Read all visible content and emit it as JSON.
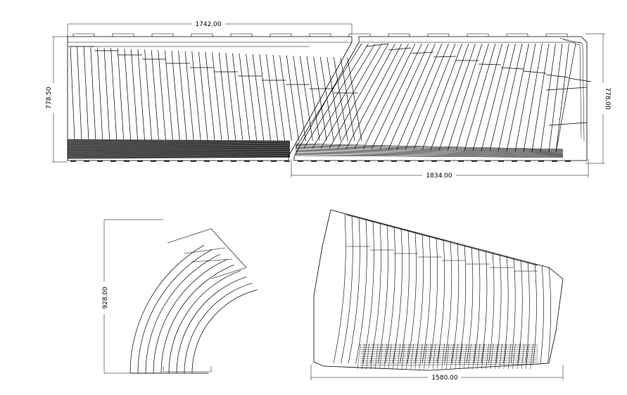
{
  "dimensions": {
    "top_width": "1742.00",
    "left_height": "778.50",
    "right_height": "778.00",
    "bottom_width": "1834.00",
    "arc_height": "928.00",
    "fan_width": "1580.00"
  },
  "colors": {
    "line": "#000000",
    "background": "#ffffff"
  }
}
